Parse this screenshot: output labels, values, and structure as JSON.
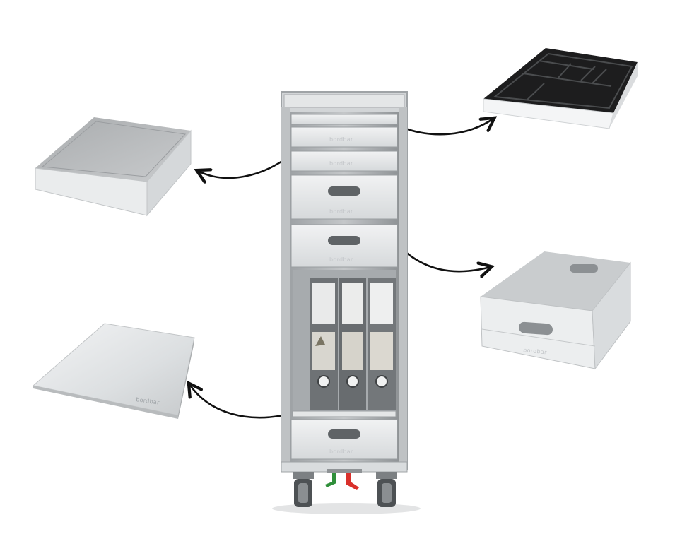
{
  "scene": {
    "subject": "trolley",
    "background_color": "#ffffff"
  },
  "trolley": {
    "frame_color": "#c9ccce",
    "drawer_color": "#e8eaeb",
    "binder_color": "#6e7275",
    "pedal_colors": [
      "#2f8f3a",
      "#d9302b"
    ],
    "brand_marks": [
      "bordbar",
      "bordbar",
      "bordbar",
      "bordbar",
      "bordbar"
    ]
  },
  "accessories": [
    {
      "name": "open tray",
      "color": "#b9bcbe"
    },
    {
      "name": "cutlery insert",
      "color": "#222222"
    },
    {
      "name": "drawer with handles",
      "color": "#d8dadb"
    },
    {
      "name": "flat shelf plate",
      "color": "#dfe1e2",
      "brand_mark": "bordbar"
    }
  ],
  "arrows": {
    "color": "#111111",
    "count": 4
  }
}
